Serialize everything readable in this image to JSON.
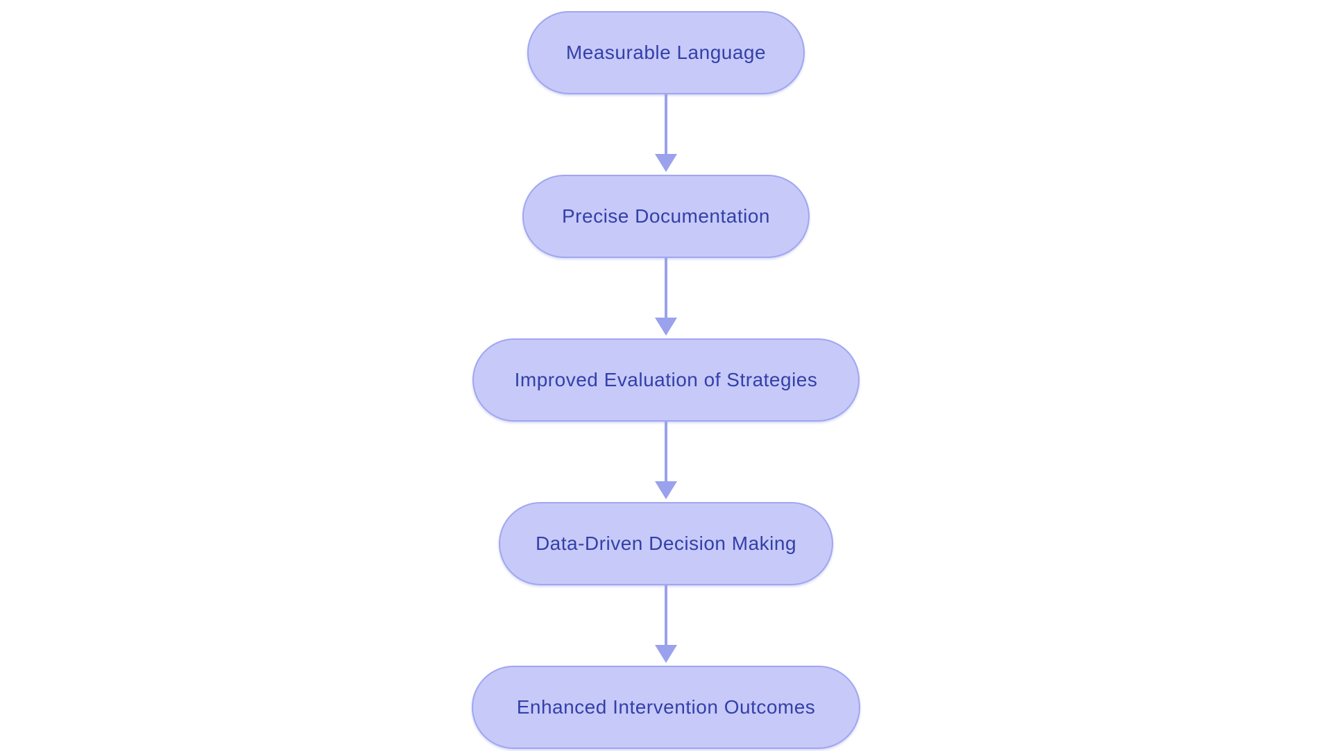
{
  "theme": {
    "background": "#ffffff",
    "node_fill": "#c7c9f8",
    "node_border": "#a0a6f0",
    "node_text": "#3340a8",
    "arrow": "#9aa1ed"
  },
  "flowchart": {
    "type": "flow",
    "direction": "top-down",
    "nodes": [
      {
        "id": "measurable-language",
        "label": "Measurable Language"
      },
      {
        "id": "precise-documentation",
        "label": "Precise Documentation"
      },
      {
        "id": "improved-evaluation-of-strategies",
        "label": "Improved Evaluation of Strategies"
      },
      {
        "id": "data-driven-decision-making",
        "label": "Data-Driven Decision Making"
      },
      {
        "id": "enhanced-intervention-outcomes",
        "label": "Enhanced Intervention Outcomes"
      }
    ],
    "edges": [
      {
        "from": "measurable-language",
        "to": "precise-documentation"
      },
      {
        "from": "precise-documentation",
        "to": "improved-evaluation-of-strategies"
      },
      {
        "from": "improved-evaluation-of-strategies",
        "to": "data-driven-decision-making"
      },
      {
        "from": "data-driven-decision-making",
        "to": "enhanced-intervention-outcomes"
      }
    ]
  }
}
